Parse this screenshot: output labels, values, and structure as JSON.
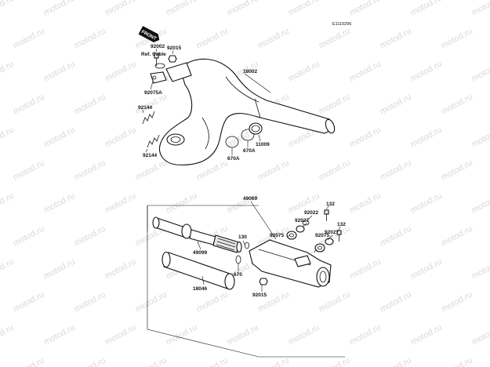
{
  "diagram_code": "E1110296",
  "watermark_text": "motod.ru",
  "front_marker": "FRONT",
  "labels": {
    "p92002": "92002",
    "p92015a": "92015",
    "ref_cable": "Ref. Cable",
    "p92075A": "92075A",
    "p92144a": "92144",
    "p92144b": "92144",
    "p18002": "18002",
    "p670A_a": "670A",
    "p670A_b": "670A",
    "p11009": "11009",
    "p49069": "49069",
    "p132a": "132",
    "p92022": "92022",
    "p92027a": "92027",
    "p92075a": "92075",
    "p130": "130",
    "p49099": "49099",
    "p670": "670",
    "p92027b": "92027",
    "p132b": "132",
    "p92075b": "92075",
    "p18046": "18046",
    "p92015b": "92015"
  }
}
